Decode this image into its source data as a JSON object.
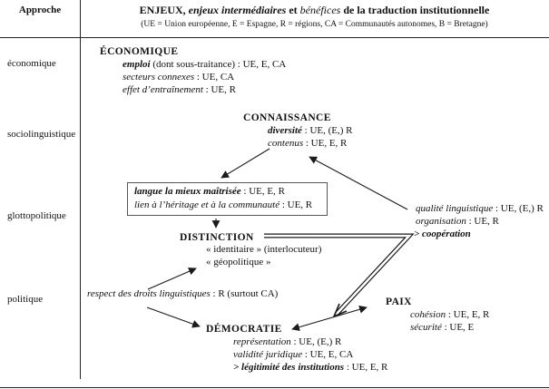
{
  "header": {
    "approche": "Approche",
    "title": [
      {
        "text": "ENJEUX,"
      },
      {
        "text": " enjeux intermédiaires"
      },
      {
        "text": " et "
      },
      {
        "text": "bénéfices"
      },
      {
        "text": " de la traduction institutionnelle"
      }
    ],
    "subtitle": "(UE = Union européenne, E = Espagne, R = régions, CA = Communautés autonomes, B = Bretagne)"
  },
  "approaches": [
    "économique",
    "sociolinguistique",
    "glottopolitique",
    "politique"
  ],
  "nodes": {
    "economique": {
      "title": "ÉCONOMIQUE",
      "items": [
        {
          "em": "emploi",
          "rest": " (dont sous-traitance) : UE, E, CA"
        },
        {
          "em": "secteurs connexes",
          "rest": " : UE, CA"
        },
        {
          "em": "effet d’entraînement",
          "rest": " : UE, R"
        }
      ]
    },
    "connaissance": {
      "title": "CONNAISSANCE",
      "items": [
        {
          "em": "diversité",
          "rest": " : UE, (E,) R"
        },
        {
          "em": "contenus",
          "rest": " : UE, E, R"
        }
      ]
    },
    "langue_box": {
      "items": [
        {
          "em": "langue la mieux maîtrisée",
          "rest": " : UE, E, R"
        },
        {
          "em": "lien à l’héritage et à la communauté",
          "rest": " : UE, R"
        }
      ]
    },
    "qualite": {
      "items": [
        {
          "em": "qualité linguistique",
          "rest": " : UE, (E,) R"
        },
        {
          "em": "organisation",
          "rest": " : UE, R"
        },
        {
          "em": "> coopération",
          "rest": ""
        }
      ]
    },
    "distinction": {
      "title": "DISTINCTION",
      "items": [
        {
          "em": "",
          "rest": "« identitaire » (interlocuteur)"
        },
        {
          "em": "",
          "rest": "« géopolitique »"
        }
      ]
    },
    "respect": {
      "em": "respect des droits linguistiques",
      "rest": " : R (surtout CA)"
    },
    "paix": {
      "title": "PAIX",
      "items": [
        {
          "em": "cohésion",
          "rest": " : UE, E, R"
        },
        {
          "em": "sécurité",
          "rest": " : UE, E"
        }
      ]
    },
    "democratie": {
      "title": "DÉMOCRATIE",
      "items": [
        {
          "em": "représentation",
          "rest": " : UE, (E,) R"
        },
        {
          "em": "validité juridique",
          "rest": " : UE, E, CA"
        },
        {
          "em": "> légitimité des institutions",
          "rest": " : UE, E, R"
        }
      ]
    }
  },
  "colors": {
    "ink": "#1a1a1a",
    "background": "#ffffff"
  }
}
